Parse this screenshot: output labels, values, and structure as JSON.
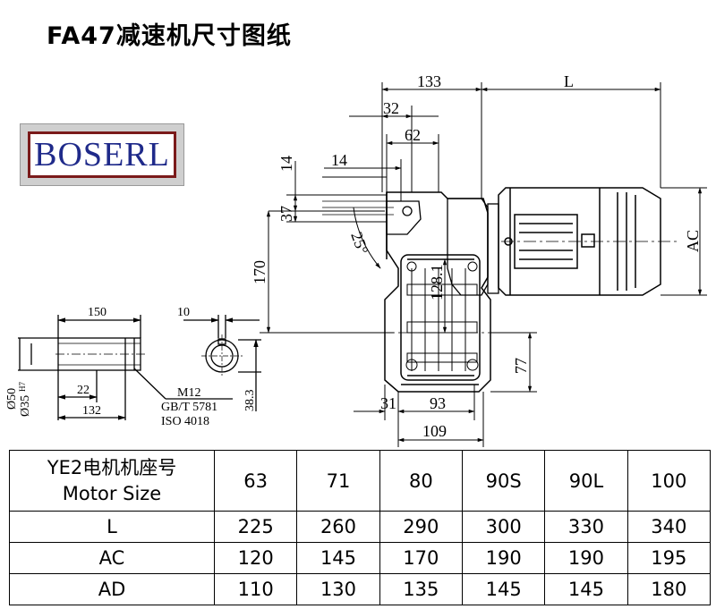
{
  "title": "FA47减速机尺寸图纸",
  "logo": "BOSERL",
  "drawing": {
    "dims": {
      "d133": "133",
      "dL": "L",
      "d32": "32",
      "d62": "62",
      "d14a": "14",
      "d14b": "14",
      "d37": "37",
      "d25": "25°",
      "d170": "170",
      "d128": "128.1",
      "dAC": "AC",
      "d77": "77",
      "d31": "31",
      "d93": "93",
      "d109": "109",
      "d150": "150",
      "d10": "10",
      "d50": "Ø50",
      "d35": "Ø35",
      "h7": "H7",
      "d22": "22",
      "d132": "132",
      "d383": "38.3"
    },
    "note": {
      "line1": "M12",
      "line2": "GB/T 5781",
      "line3": "ISO 4018"
    }
  },
  "table": {
    "header_label_cn": "YE2电机机座号",
    "header_label_en": "Motor Size",
    "sizes": [
      "63",
      "71",
      "80",
      "90S",
      "90L",
      "100"
    ],
    "rows": [
      {
        "label": "L",
        "values": [
          "225",
          "260",
          "290",
          "300",
          "330",
          "340"
        ]
      },
      {
        "label": "AC",
        "values": [
          "120",
          "145",
          "170",
          "190",
          "190",
          "195"
        ]
      },
      {
        "label": "AD",
        "values": [
          "110",
          "130",
          "135",
          "145",
          "145",
          "180"
        ]
      }
    ]
  }
}
